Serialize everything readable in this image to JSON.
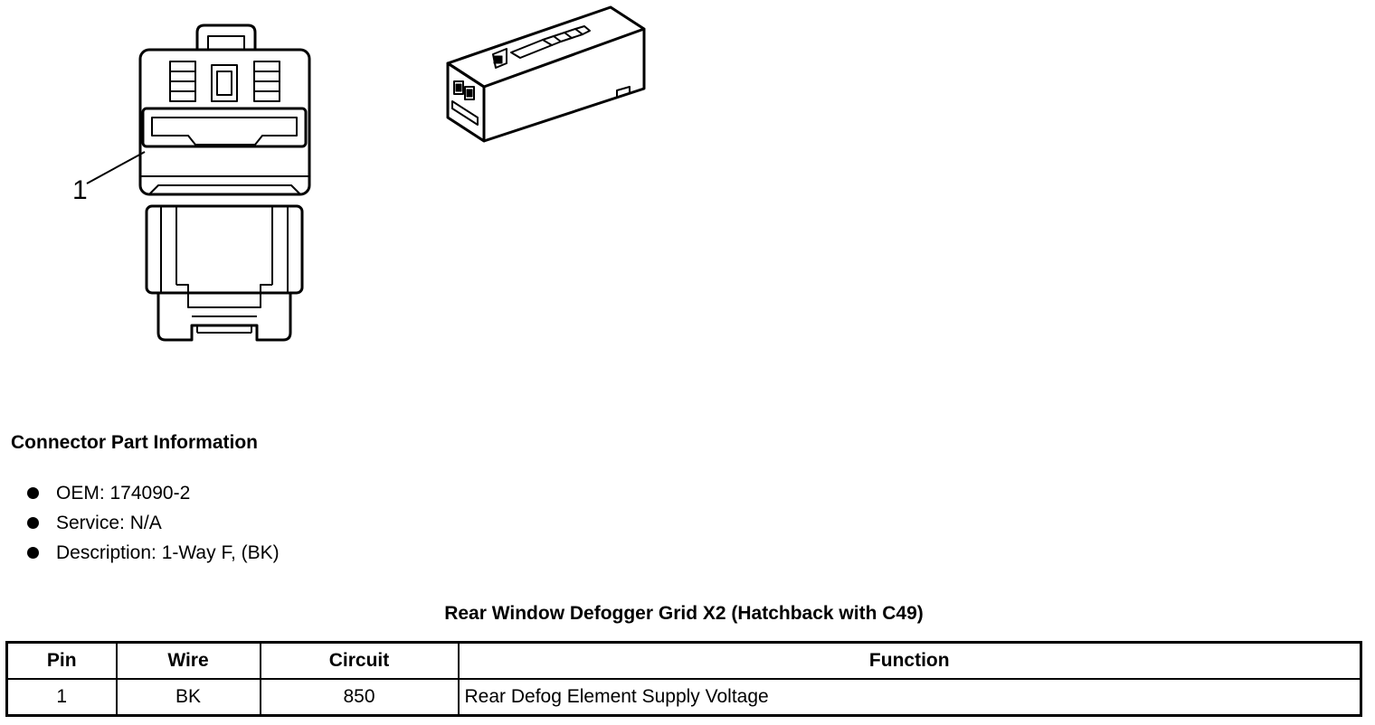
{
  "diagram": {
    "callout_label": "1"
  },
  "connector_info": {
    "title": "Connector Part Information",
    "items": [
      "OEM: 174090-2",
      "Service: N/A",
      "Description: 1-Way F, (BK)"
    ]
  },
  "pin_table": {
    "title": "Rear Window Defogger Grid X2 (Hatchback with C49)",
    "headers": [
      "Pin",
      "Wire",
      "Circuit",
      "Function"
    ],
    "rows": [
      {
        "pin": "1",
        "wire": "BK",
        "circuit": "850",
        "function": "Rear Defog Element Supply Voltage"
      }
    ]
  }
}
